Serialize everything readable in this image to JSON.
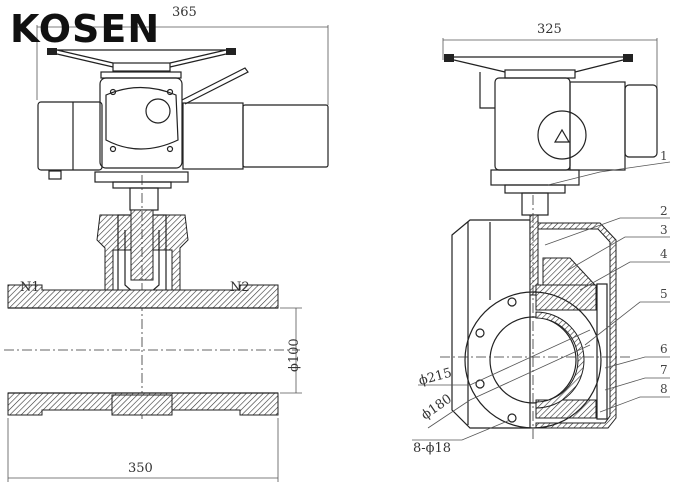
{
  "brand": {
    "logo_text": "KOSEN"
  },
  "front_view": {
    "dim_width_top": "365",
    "dim_length_bottom": "350",
    "dim_bore": "ϕ100",
    "port_left": "N1",
    "port_right": "N2"
  },
  "side_view": {
    "dim_width_top": "325",
    "dim_flange_pcd": "ϕ215",
    "dim_flange_inner": "ϕ180",
    "dim_bolt_holes": "8-ϕ18",
    "part_numbers": [
      "1",
      "2",
      "3",
      "4",
      "5",
      "6",
      "7",
      "8"
    ]
  }
}
